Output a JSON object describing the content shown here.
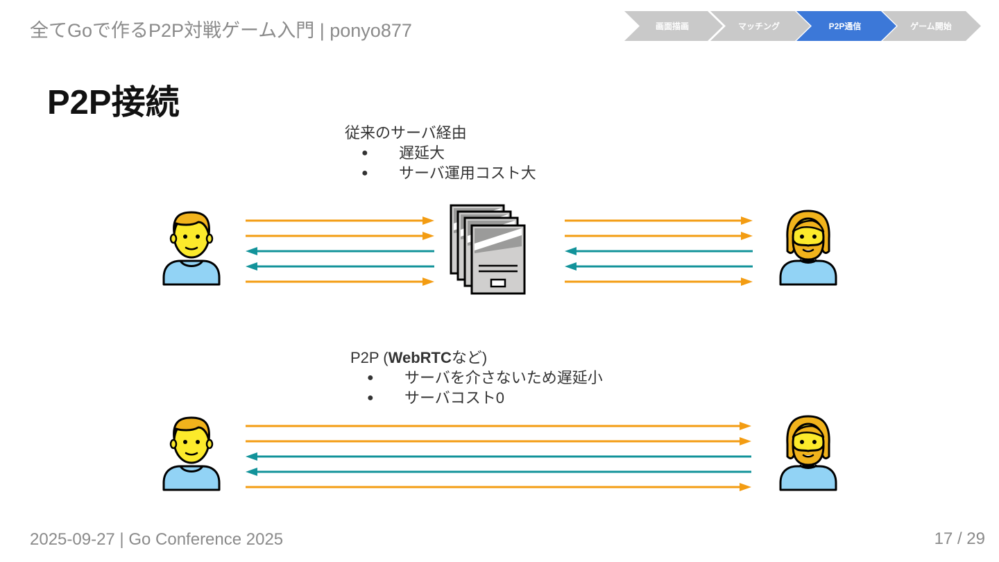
{
  "header": {
    "title": "全てGoで作るP2P対戦ゲーム入門 | ponyo877"
  },
  "progress_steps": [
    {
      "label": "画面描画",
      "active": false
    },
    {
      "label": "マッチング",
      "active": false
    },
    {
      "label": "P2P通信",
      "active": true
    },
    {
      "label": "ゲーム開始",
      "active": false
    }
  ],
  "colors": {
    "step_inactive": "#c9c9c9",
    "step_active": "#3c78d8",
    "arrow_request": "#f39c12",
    "arrow_response": "#12939a",
    "skin": "#fcea2b",
    "shirt": "#92d3f5",
    "hair": "#f1b31c"
  },
  "slide": {
    "title": "P2P接続"
  },
  "server_section": {
    "heading": "従来のサーバ経由",
    "bullets": [
      "遅延大",
      "サーバ運用コスト大"
    ],
    "arrow_directions": [
      "right",
      "right",
      "left",
      "left",
      "right"
    ],
    "icons": {
      "left": "person-icon",
      "center": "server-stack-icon",
      "right": "bearded-person-icon"
    }
  },
  "p2p_section": {
    "heading_prefix": "P2P (",
    "heading_bold": "WebRTC",
    "heading_suffix": "など)",
    "bullets": [
      "サーバを介さないため遅延小",
      "サーバコスト0"
    ],
    "arrow_directions": [
      "right",
      "right",
      "left",
      "left",
      "right"
    ],
    "icons": {
      "left": "person-icon",
      "right": "bearded-person-icon"
    }
  },
  "footer": {
    "left": "2025-09-27 | Go Conference 2025",
    "page": "17 / 29"
  }
}
